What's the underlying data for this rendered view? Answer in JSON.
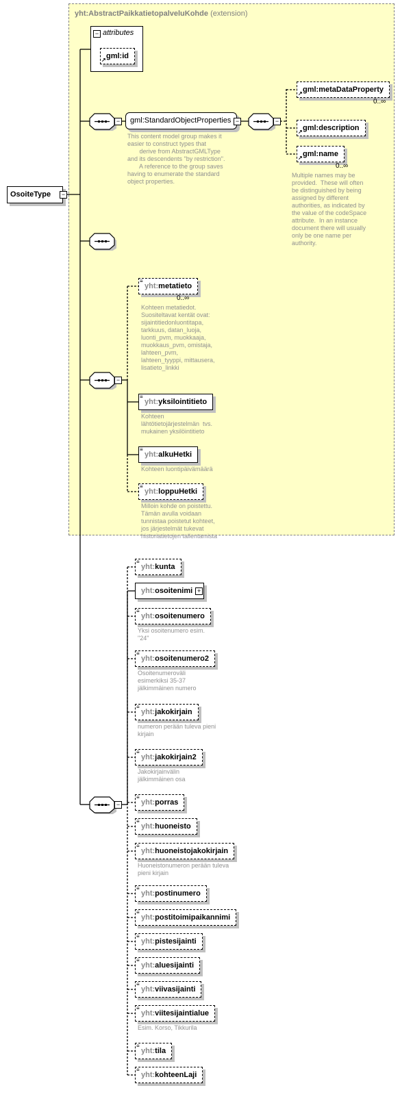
{
  "extension": {
    "base": "yht:AbstractPaikkatietopalveluKohde",
    "suffix": "(extension)"
  },
  "type_name": "OsoiteType",
  "attributes": {
    "label": "attributes",
    "items": [
      {
        "name": "gml:id"
      }
    ]
  },
  "group": {
    "name": "gml:StandardObjectProperties",
    "desc": "This content model group makes it\neasier to construct types that\n       derive from AbstractGMLType\nand its descendents \"by restriction\".\n       A reference to the group saves\nhaving to enumerate the standard\nobject properties.",
    "children": [
      {
        "name": "gml:metaDataProperty",
        "card": "0..∞"
      },
      {
        "name": "gml:description"
      },
      {
        "name": "gml:name",
        "card": "0..∞",
        "desc": "Multiple names may be\nprovided.  These will often\nbe distinguished by being\nassigned by different\nauthorities, as indicated by\nthe value of the codeSpace\nattribute.  In an instance\ndocument there will usually\nonly be one name per\nauthority."
      }
    ]
  },
  "base_sequence": [
    {
      "prefix": "yht:",
      "name": "metatieto",
      "card": "0..∞",
      "desc": "Kohteen metatiedot.\nSuositeltavat kentät ovat:\nsijaintitiedonluontitapa,\ntarkkuus, datan_luoja,\nluonti_pvm, muokkaaja,\nmuokkaus_pvm, omistaja,\nlahteen_pvm,\nlahteen_tyyppi, mittausera,\nlisatieto_linkki"
    },
    {
      "prefix": "yht:",
      "name": "yksilointitieto",
      "desc": "Kohteen\nlähtötietojärjestelmän  tvs.\nmukainen yksilöintitieto"
    },
    {
      "prefix": "yht:",
      "name": "alkuHetki",
      "desc": "Kohteen luontipäivämäärä"
    },
    {
      "prefix": "yht:",
      "name": "loppuHetki",
      "desc": "Milloin kohde on poistettu.\nTämän avulla voidaan\ntunnistaa poistetut kohteet,\njos järjestelmät tukevat\nhistoriatietojen tallentamista"
    }
  ],
  "sequence": [
    {
      "prefix": "yht:",
      "name": "kunta"
    },
    {
      "prefix": "yht:",
      "name": "osoitenimi"
    },
    {
      "prefix": "yht:",
      "name": "osoitenumero",
      "desc": "Yksi osoitenumero esim.\n\"24\""
    },
    {
      "prefix": "yht:",
      "name": "osoitenumero2",
      "desc": "Osoitenumeroväli\nesimerkiksi 35-37\njälkimmäinen numero"
    },
    {
      "prefix": "yht:",
      "name": "jakokirjain",
      "desc": "numeron perään tuleva pieni\nkirjain"
    },
    {
      "prefix": "yht:",
      "name": "jakokirjain2",
      "desc": "Jakokirjainvälin\njälkimmäinen osa"
    },
    {
      "prefix": "yht:",
      "name": "porras"
    },
    {
      "prefix": "yht:",
      "name": "huoneisto"
    },
    {
      "prefix": "yht:",
      "name": "huoneistojakokirjain",
      "desc": "Huoneistonumeron perään tuleva\npieni kirjain"
    },
    {
      "prefix": "yht:",
      "name": "postinumero"
    },
    {
      "prefix": "yht:",
      "name": "postitoimipaikannimi"
    },
    {
      "prefix": "yht:",
      "name": "pistesijainti"
    },
    {
      "prefix": "yht:",
      "name": "aluesijainti"
    },
    {
      "prefix": "yht:",
      "name": "viivasijainti"
    },
    {
      "prefix": "yht:",
      "name": "viitesijaintialue",
      "desc": "Esim. Korso, Tikkurila"
    },
    {
      "prefix": "yht:",
      "name": "tila"
    },
    {
      "prefix": "yht:",
      "name": "kohteenLaji"
    }
  ]
}
